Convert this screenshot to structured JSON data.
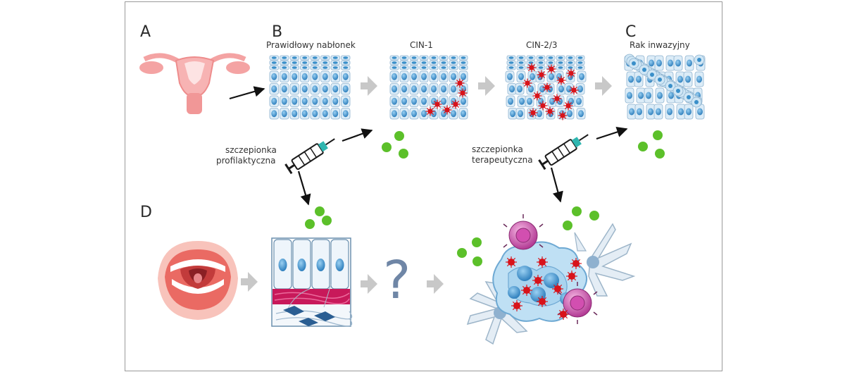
{
  "panels": {
    "a": "A",
    "b": "B",
    "c": "C",
    "d": "D"
  },
  "stages": {
    "normal": "Prawidłowy nabłonek",
    "cin1": "CIN-1",
    "cin23": "CIN-2/3",
    "invasive": "Rak inwazyjny"
  },
  "vaccines": {
    "prophylactic_line1": "szczepionka",
    "prophylactic_line2": "profilaktyczna",
    "therapeutic_line1": "szczepionka",
    "therapeutic_line2": "terapeutyczna"
  },
  "question_mark": "?",
  "colors": {
    "cell_fill": "#dcecf7",
    "cell_stroke": "#8fb3cf",
    "nucleus": "#3a8fc9",
    "virus": "#d8131a",
    "vlp": "#5cc02a",
    "arrow": "#111111",
    "block_arrow": "#c8c8c8",
    "uterus": "#f4a3a3",
    "mouth": "#f5a7a0",
    "stroma": "#c8195a",
    "immune": "#c95aa8"
  },
  "icons": [
    "uterus-icon",
    "syringe-icon",
    "mouth-icon",
    "virus-particle-icon",
    "dendritic-cell-icon",
    "t-cell-icon"
  ]
}
